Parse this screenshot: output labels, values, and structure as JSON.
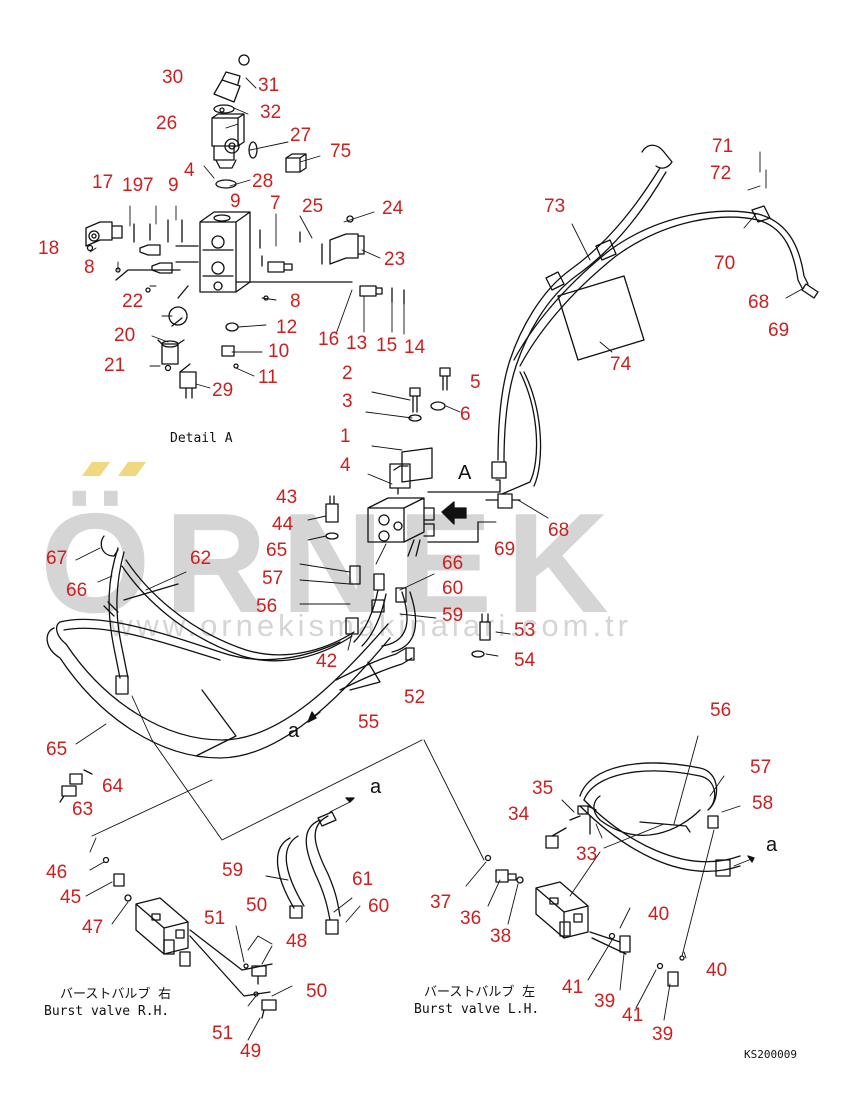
{
  "colors": {
    "label": "#cc1f1f",
    "line": "#111111",
    "watermark": "#b3b3b3",
    "watermark_accent": "#e8c84a"
  },
  "watermark": {
    "brand": "ÖRNEK",
    "url": "www.ornekismakinalari.com.tr"
  },
  "notes": {
    "detail_a": "Detail A",
    "section_a": "A",
    "ref_a_1": "a",
    "ref_a_2": "a",
    "ref_a_3": "a",
    "burst_rh_jp": "バーストバルブ 右",
    "burst_rh_en": "Burst valve R.H.",
    "burst_lh_jp": "バーストバルブ 左",
    "burst_lh_en": "Burst valve L.H.",
    "drawing_code": "KS200009"
  },
  "callouts": {
    "c30": "30",
    "c31": "31",
    "c32": "32",
    "c26": "26",
    "c27": "27",
    "c75": "75",
    "c4a": "4",
    "c28": "28",
    "c17": "17",
    "c19": "19",
    "c7a": "7",
    "c9a": "9",
    "c9b": "9",
    "c7b": "7",
    "c25": "25",
    "c24": "24",
    "c18": "18",
    "c8a": "8",
    "c23": "23",
    "c22": "22",
    "c8b": "8",
    "c20": "20",
    "c12": "12",
    "c16": "16",
    "c13": "13",
    "c15": "15",
    "c14": "14",
    "c10": "10",
    "c21": "21",
    "c11": "11",
    "c29": "29",
    "c71": "71",
    "c72": "72",
    "c73": "73",
    "c70": "70",
    "c68a": "68",
    "c69a": "69",
    "c74": "74",
    "c2": "2",
    "c5": "5",
    "c3": "3",
    "c6": "6",
    "c1": "1",
    "c4b": "4",
    "c43": "43",
    "c44": "44",
    "c65a": "65",
    "c67": "67",
    "c62": "62",
    "c66a": "66",
    "c66b": "66",
    "c57a": "57",
    "c60a": "60",
    "c56a": "56",
    "c59a": "59",
    "c68b": "68",
    "c69b": "69",
    "c53": "53",
    "c42": "42",
    "c54": "54",
    "c52": "52",
    "c55": "55",
    "c65b": "65",
    "c64": "64",
    "c63": "63",
    "c56b": "56",
    "c57b": "57",
    "c35": "35",
    "c58": "58",
    "c34": "34",
    "c33": "33",
    "c46": "46",
    "c45": "45",
    "c47": "47",
    "c59b": "59",
    "c61": "61",
    "c37": "37",
    "c50a": "50",
    "c51a": "51",
    "c60b": "60",
    "c48": "48",
    "c36": "36",
    "c38": "38",
    "c40a": "40",
    "c40b": "40",
    "c41a": "41",
    "c39a": "39",
    "c41b": "41",
    "c39b": "39",
    "c50b": "50",
    "c51b": "51",
    "c49": "49"
  }
}
